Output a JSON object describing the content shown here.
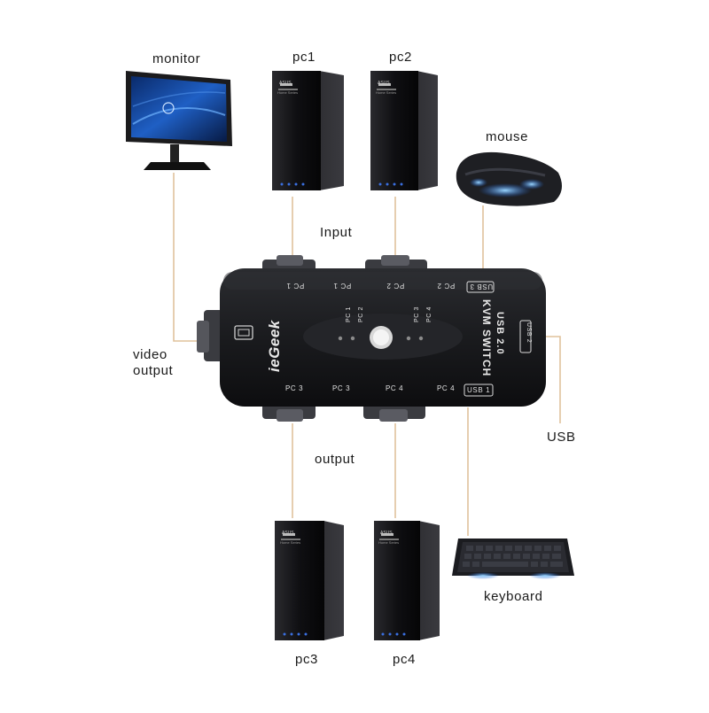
{
  "labels": {
    "monitor": "monitor",
    "pc1": "pc1",
    "pc2": "pc2",
    "mouse": "mouse",
    "input": "Input",
    "video_output": "video\noutput",
    "usb": "USB",
    "output": "output",
    "keyboard": "keyboard",
    "pc3": "pc3",
    "pc4": "pc4"
  },
  "device": {
    "brand": "ieGeek",
    "title_line1": "USB 2.0",
    "title_line2": "KVM SWITCH",
    "top_ports": [
      "PC 1",
      "PC 1",
      "PC 2",
      "PC 2"
    ],
    "bottom_ports": [
      "PC 3",
      "PC 3",
      "PC 4",
      "PC 4"
    ],
    "usb3": "USB 3",
    "usb2": "USB 2",
    "usb1": "USB 1",
    "led_left_1": "PC 1",
    "led_left_2": "PC 2",
    "led_right_1": "PC 3",
    "led_right_2": "PC 4"
  },
  "tower_brand": "ASUS",
  "tower_sub": "Home Series",
  "colors": {
    "wire": "#e0c29c",
    "device_body": "#1c1d20",
    "tower_body": "#0e0e10",
    "led_blue": "#3a6fe0"
  }
}
